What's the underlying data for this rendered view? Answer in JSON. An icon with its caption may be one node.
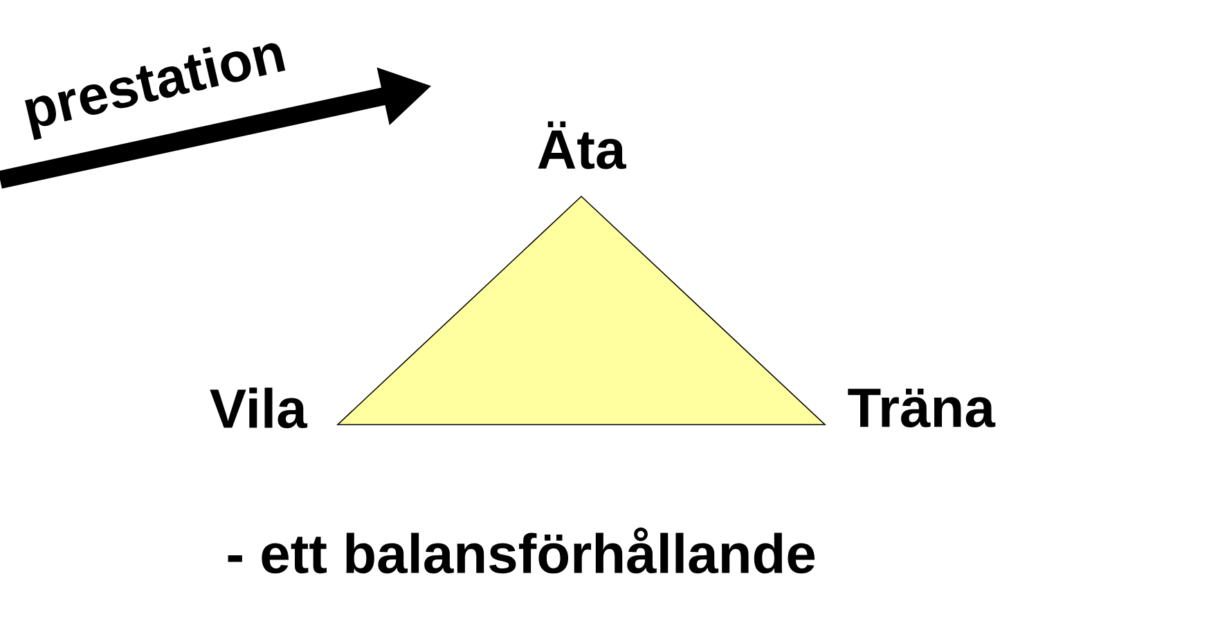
{
  "diagram": {
    "caption": "- ett balansförhållande",
    "nodes": [
      {
        "text": [],
        "shape": "triangle",
        "beside": [
          "Äta",
          "Vila",
          "Träna"
        ]
      }
    ],
    "edges": [],
    "labels": [
      "prestation"
    ]
  }
}
